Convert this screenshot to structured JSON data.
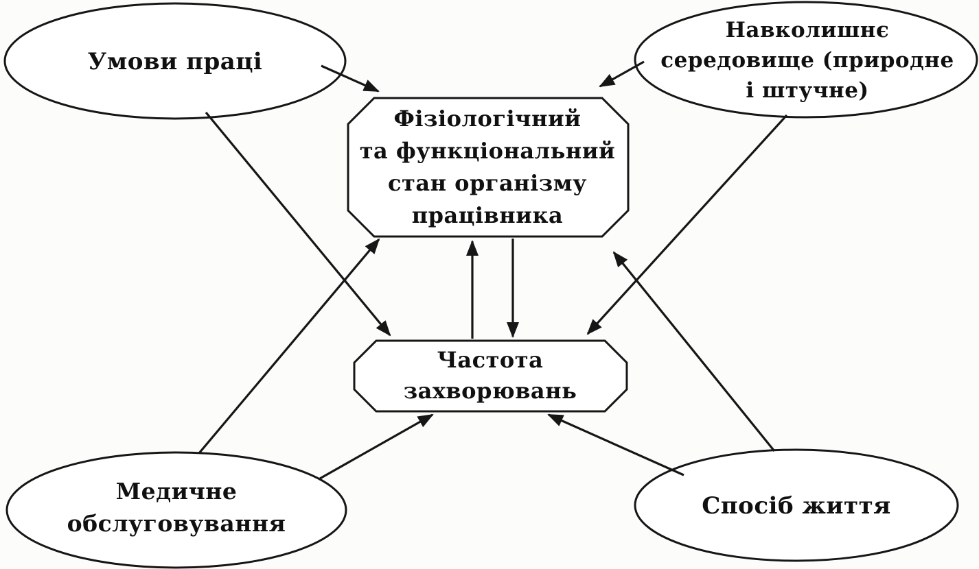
{
  "diagram": {
    "description": "Scheme of factors influencing worker health",
    "language": "Ukrainian",
    "colors": {
      "background": "#fcfcfb",
      "line": "#161616",
      "node_fill": "#ffffff",
      "text": "#101010"
    },
    "nodes": {
      "working_conditions": {
        "shape": "ellipse",
        "label": "Умови праці"
      },
      "environment": {
        "shape": "ellipse",
        "label": "Навколишнє\nсередовище (природне\nі штучне)"
      },
      "worker_state": {
        "shape": "octagon-box",
        "label": "Фізіологічний\nта функціональний\nстан організму\nпрацівника"
      },
      "disease_frequency": {
        "shape": "octagon-box",
        "label": "Частота\nзахворювань"
      },
      "medical_care": {
        "shape": "ellipse",
        "label": "Медичне\nобслуговування"
      },
      "lifestyle": {
        "shape": "ellipse",
        "label": "Спосіб життя"
      }
    },
    "edges": [
      {
        "from": "working_conditions",
        "to": "worker_state"
      },
      {
        "from": "working_conditions",
        "to": "disease_frequency"
      },
      {
        "from": "environment",
        "to": "worker_state"
      },
      {
        "from": "environment",
        "to": "disease_frequency"
      },
      {
        "from": "medical_care",
        "to": "worker_state"
      },
      {
        "from": "medical_care",
        "to": "disease_frequency"
      },
      {
        "from": "lifestyle",
        "to": "worker_state"
      },
      {
        "from": "lifestyle",
        "to": "disease_frequency"
      },
      {
        "from": "disease_frequency",
        "to": "worker_state"
      },
      {
        "from": "worker_state",
        "to": "disease_frequency"
      }
    ]
  }
}
